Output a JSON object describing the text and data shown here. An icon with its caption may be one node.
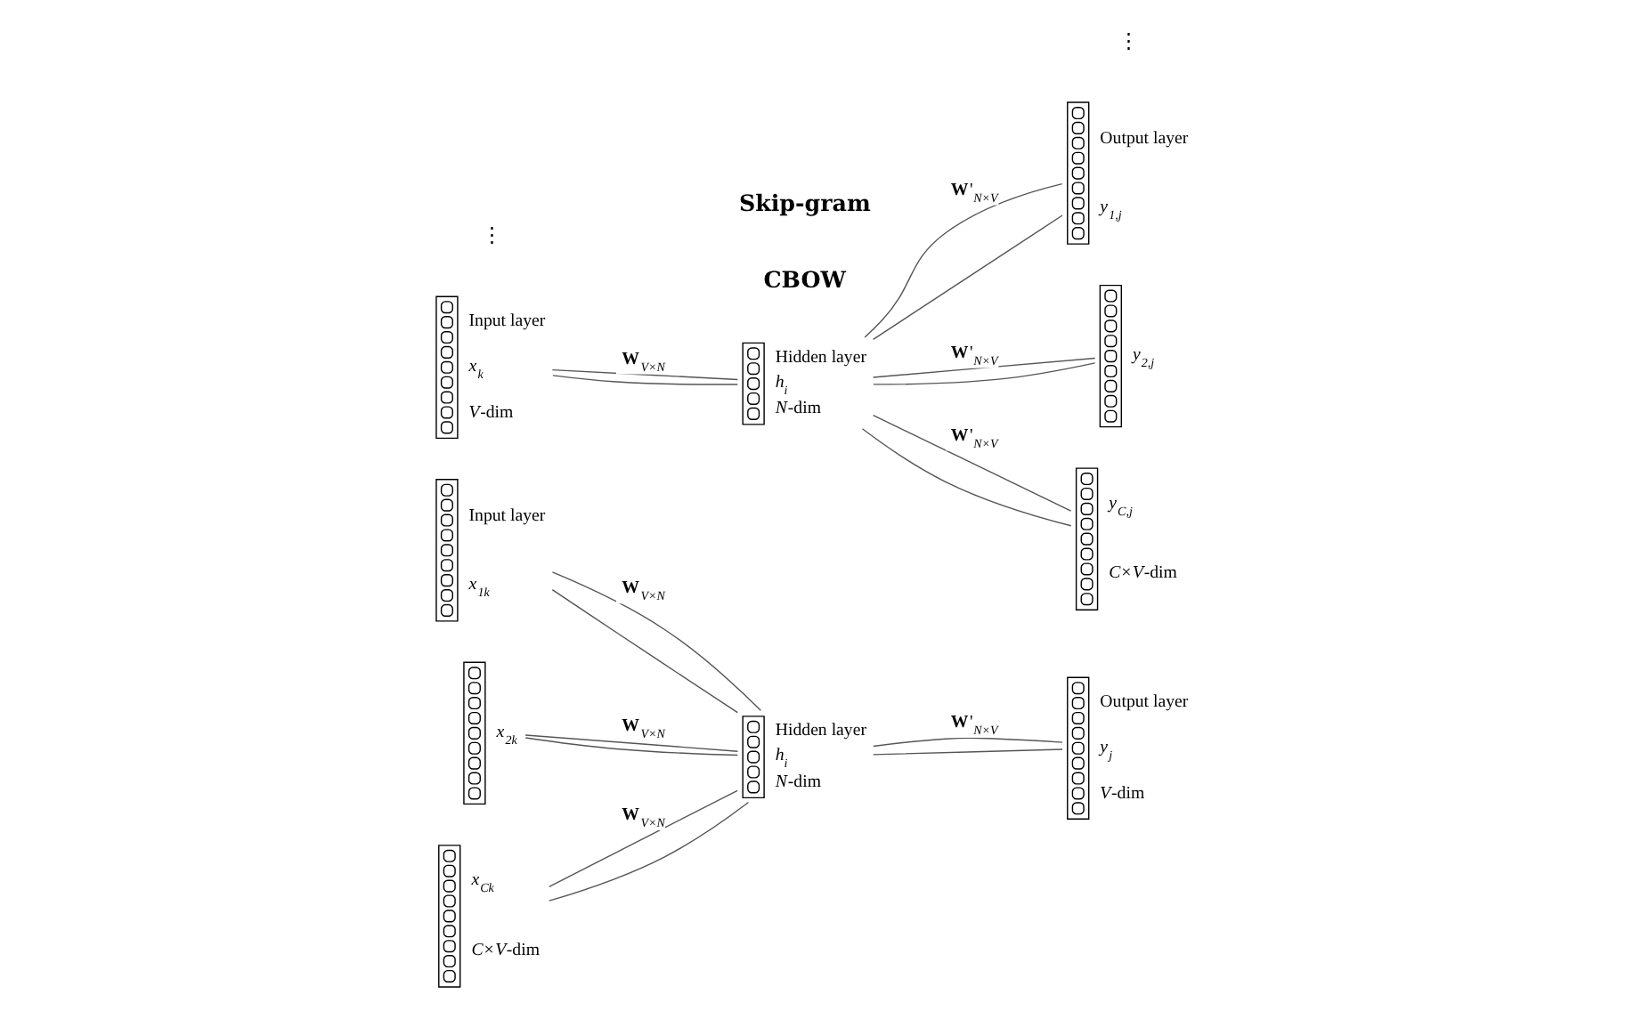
{
  "diagram": {
    "nodes": [
      {
        "text": [],
        "shape": "bar",
        "beside": [
          "Input layer",
          "*x*$_{1k}$"
        ]
      },
      {
        "text": [],
        "shape": "bar",
        "beside": [
          "*x*$_{2k}$"
        ]
      },
      {
        "text": [],
        "shape": "bar",
        "beside": [
          "*x*$_{Ck}$",
          "*C*×*V*-dim"
        ]
      },
      {
        "text": [],
        "shape": "bar",
        "beside": [
          "Hidden layer",
          "*h*$_{i}$",
          "*N*-dim"
        ]
      },
      {
        "text": [],
        "shape": "bar",
        "beside": [
          "Output layer",
          "*y*$_{j}$",
          "*V*-dim"
        ]
      },
      {
        "text": [],
        "shape": "bar",
        "beside": [
          "Input layer",
          "*x*$_{k}$",
          "*V*-dim"
        ]
      },
      {
        "text": [],
        "shape": "bar",
        "beside": [
          "Hidden layer",
          "*h*$_{i}$",
          "*N*-dim"
        ]
      },
      {
        "text": [],
        "shape": "bar",
        "beside": [
          "Output layer",
          "*y*$_{1,j}$"
        ]
      },
      {
        "text": [],
        "shape": "bar",
        "beside": [
          "*y*$_{2,j}$"
        ]
      },
      {
        "text": [],
        "shape": "bar",
        "beside": [
          "*y*$_{C,j}$",
          "*C*×*V*-dim"
        ]
      }
    ],
    "edges": [
      {
        "from": 0,
        "to": 3,
        "arrow": "none",
        "label": "**W**$_{V×N}$"
      },
      {
        "from": 0,
        "to": 3,
        "arrow": "none"
      },
      {
        "from": 1,
        "to": 3,
        "arrow": "none",
        "label": "**W**$_{V×N}$"
      },
      {
        "from": 1,
        "to": 3,
        "arrow": "none"
      },
      {
        "from": 2,
        "to": 3,
        "arrow": "none",
        "label": "**W**$_{V×N}$"
      },
      {
        "from": 2,
        "to": 3,
        "arrow": "none"
      },
      {
        "from": 3,
        "to": 4,
        "arrow": "none",
        "label": "**W**'$_{N×V}$"
      },
      {
        "from": 3,
        "to": 4,
        "arrow": "none"
      },
      {
        "from": 5,
        "to": 6,
        "arrow": "none",
        "label": "**W**$_{V×N}$"
      },
      {
        "from": 5,
        "to": 6,
        "arrow": "none"
      },
      {
        "from": 6,
        "to": 7,
        "arrow": "none",
        "label": "**W**'$_{N×V}$"
      },
      {
        "from": 6,
        "to": 7,
        "arrow": "none"
      },
      {
        "from": 6,
        "to": 8,
        "arrow": "none",
        "label": "**W**'$_{N×V}$"
      },
      {
        "from": 6,
        "to": 8,
        "arrow": "none"
      },
      {
        "from": 6,
        "to": 9,
        "arrow": "none",
        "label": "**W**'$_{N×V}$"
      },
      {
        "from": 6,
        "to": 9,
        "arrow": "none"
      }
    ],
    "labels": [
      "⋮",
      "⋮",
      "CBOW",
      "Skip-gram"
    ]
  }
}
